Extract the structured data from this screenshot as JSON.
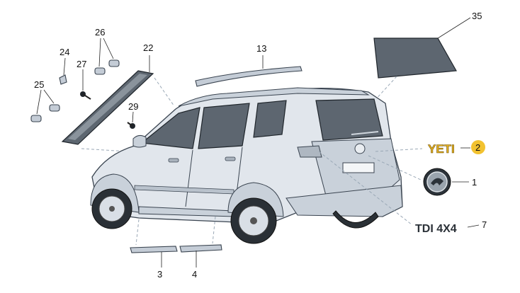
{
  "diagram": {
    "callouts": {
      "c35": "35",
      "c22": "22",
      "c13": "13",
      "c26": "26",
      "c24": "24",
      "c27": "27",
      "c25": "25",
      "c29": "29",
      "c2": "2",
      "c1": "1",
      "c7": "7",
      "c3": "3",
      "c4": "4"
    },
    "badges": {
      "yeti": "YETI",
      "tdi": "TDI 4X4"
    },
    "colors": {
      "badge_yeti": "#e8b324",
      "highlight_circle": "#f2c230",
      "glass": "#5d6670",
      "body": "#e1e6ec"
    }
  }
}
